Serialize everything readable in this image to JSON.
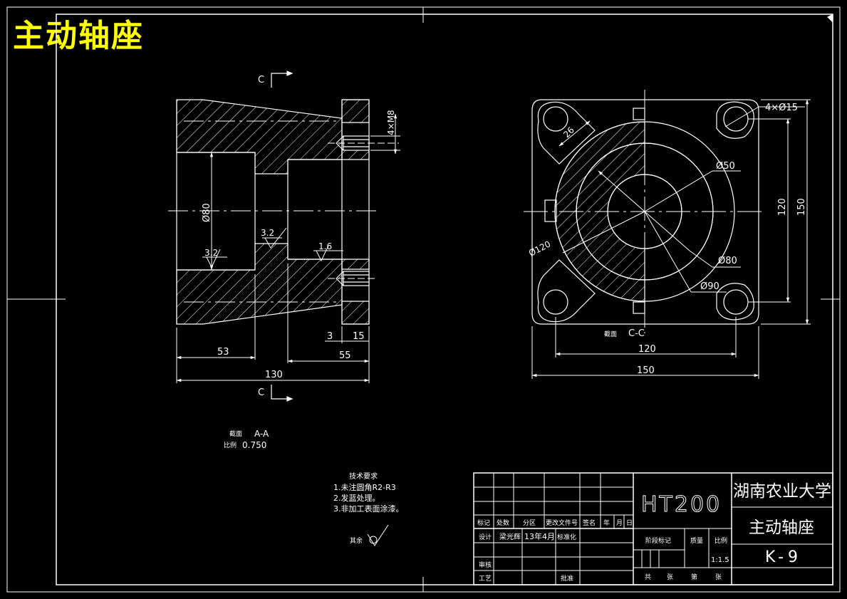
{
  "title": "主动轴座",
  "colors": {
    "background": "#000000",
    "line": "#ffffff",
    "title": "#ffff00"
  },
  "left_view": {
    "section_mark_top": "C",
    "section_mark_bottom": "C",
    "dims": {
      "thread": "4×M8",
      "bore": "Ø80",
      "rough_left": "3.2",
      "rough_mid": "3.2",
      "rough_right": "1.6",
      "d53": "53",
      "d55": "55",
      "d3": "3",
      "d15": "15",
      "d130": "130"
    },
    "section_label": "截面",
    "section_name": "A-A",
    "scale_label": "比例",
    "scale_value": "0.750"
  },
  "right_view": {
    "dims": {
      "holes": "4×Ø15",
      "r26": "26",
      "d50": "Ø50",
      "d120c": "Ø120",
      "d80": "Ø80",
      "d90": "Ø90",
      "h120": "120",
      "h150": "150",
      "w120": "120",
      "w150": "150"
    },
    "section_label": "截面",
    "section_name": "C-C"
  },
  "tech": {
    "heading": "技术要求",
    "items": [
      "1.未注圆角R2-R3",
      "2.发蓝处理。",
      "3.非加工表面涂漆。"
    ],
    "rest_label": "其余"
  },
  "title_block": {
    "material": "HT200",
    "university": "湖南农业大学",
    "part_name": "主动轴座",
    "drawing_no": "K-9",
    "row_labels": [
      "标记",
      "处数",
      "分区",
      "更改文件号",
      "签名",
      "年",
      "月",
      "日"
    ],
    "design_label": "设计",
    "designer": "梁光辉",
    "date": "13年4月",
    "std_label": "标准化",
    "check_label": "审核",
    "process_label": "工艺",
    "approve_label": "批准",
    "stage_label": "阶段标记",
    "weight_label": "质量",
    "scale_label": "比例",
    "scale": "1:1.5",
    "total_label": "共",
    "sheet_label": "张",
    "num_label": "第",
    "sheet_label2": "张"
  }
}
